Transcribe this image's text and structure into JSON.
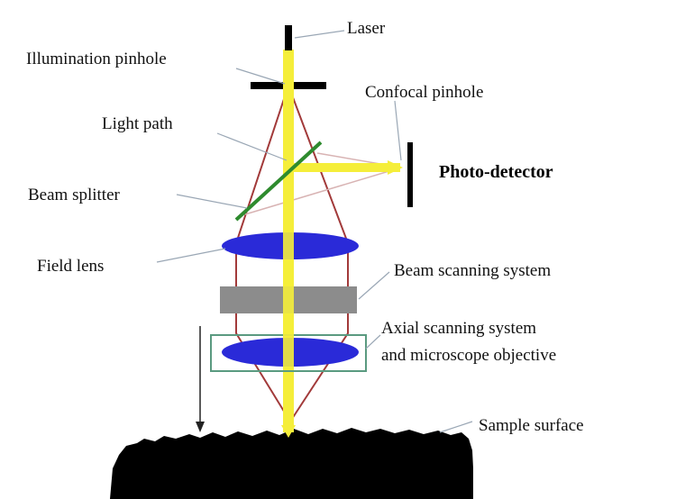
{
  "labels": {
    "laser": "Laser",
    "illumination_pinhole": "Illumination pinhole",
    "confocal_pinhole": "Confocal pinhole",
    "light_path": "Light path",
    "photo_detector": "Photo-detector",
    "beam_splitter": "Beam splitter",
    "field_lens": "Field lens",
    "beam_scanning_system": "Beam scanning system",
    "axial_scanning_line1": "Axial scanning system",
    "axial_scanning_line2": "and microscope objective",
    "sample_surface": "Sample surface"
  },
  "colors": {
    "beam": "#f5ee3a",
    "ray": "#a23a3a",
    "lens": "#2a2ad8",
    "splitter": "#2e8b2e",
    "scanner": "#8c8c8c",
    "objective_box": "#5a9a80",
    "leader": "#9aa7b5"
  }
}
